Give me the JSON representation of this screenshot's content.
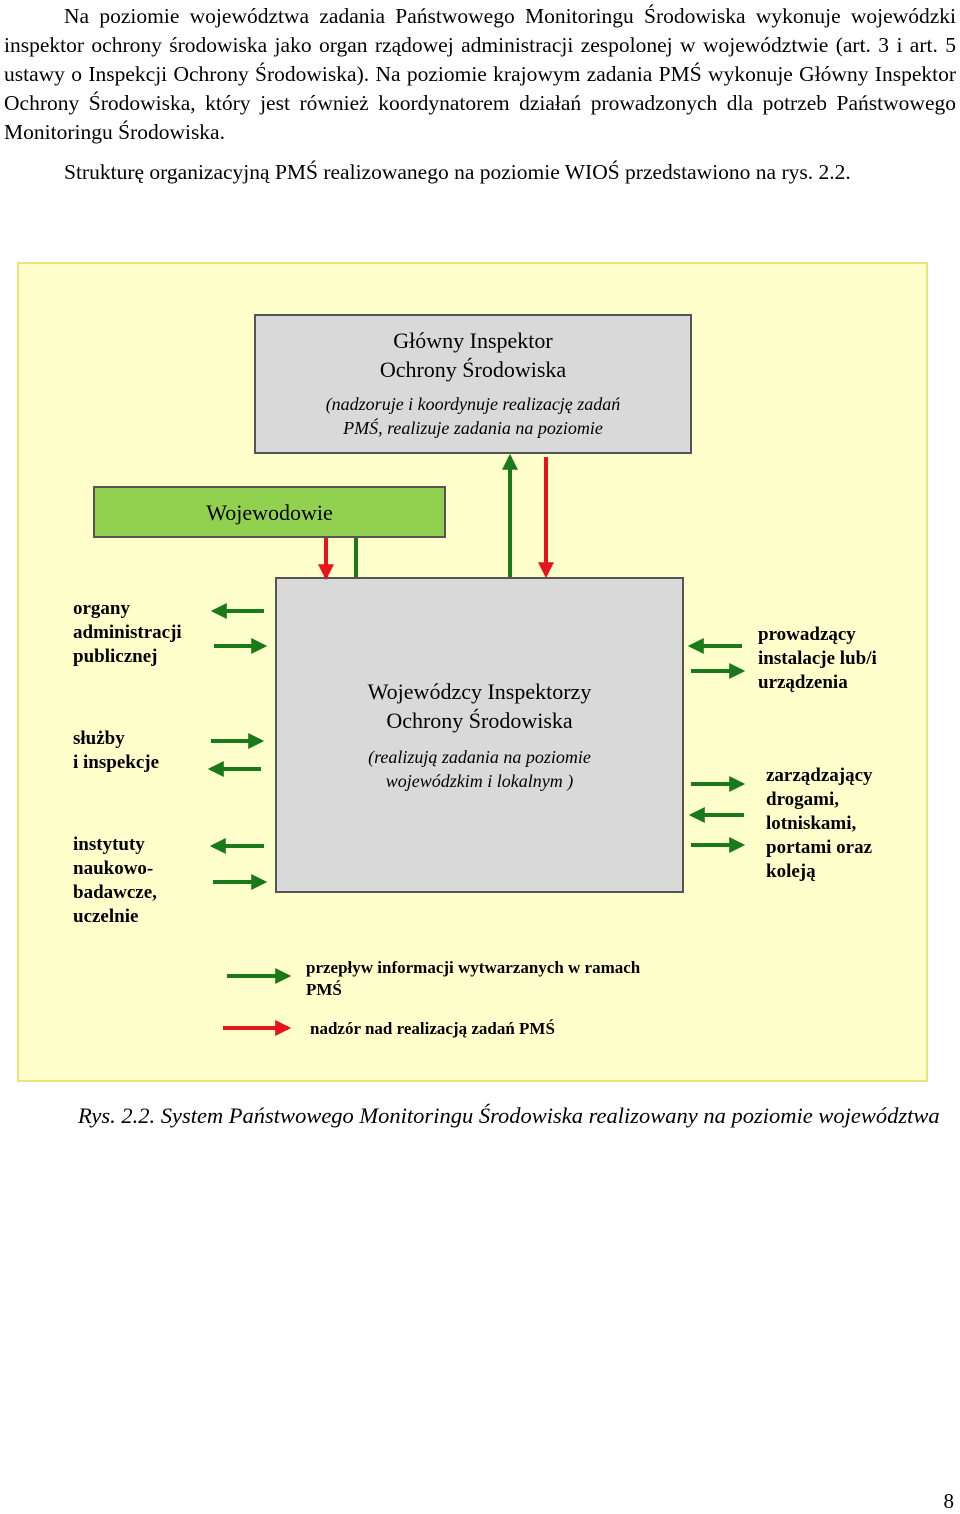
{
  "paragraphs": [
    "Na poziomie województwa zadania  Państwowego Monitoringu Środowiska wykonuje wojewódzki inspektor ochrony środowiska jako organ rządowej administracji zespolonej w województwie (art. 3 i art. 5 ustawy o Inspekcji Ochrony Środowiska). Na poziomie krajowym zadania PMŚ wykonuje Główny Inspektor Ochrony Środowiska, który jest również koordynatorem działań prowadzonych dla potrzeb Państwowego Monitoringu Środowiska.",
    "Strukturę organizacyjną PMŚ realizowanego na poziomie WIOŚ  przedstawiono na rys. 2.2."
  ],
  "diagram": {
    "gios": {
      "title_line1": "Główny Inspektor",
      "title_line2": "Ochrony Środowiska",
      "desc_line1": "(nadzoruje  i koordynuje realizację  zadań",
      "desc_line2": "PMŚ, realizuje zadania na poziomie"
    },
    "wojewodowie": {
      "title": "Wojewodowie"
    },
    "wios": {
      "title_line1": "Wojewódzcy Inspektorzy",
      "title_line2": "Ochrony Środowiska",
      "desc_line1": "(realizują zadania na poziomie",
      "desc_line2": "wojewódzkim i lokalnym )"
    },
    "left_groups": [
      {
        "lines": [
          "organy",
          "administracji",
          "publicznej"
        ]
      },
      {
        "lines": [
          "służby",
          "i inspekcje"
        ]
      },
      {
        "lines": [
          "instytuty",
          "naukowo-",
          "badawcze,",
          "uczelnie"
        ]
      }
    ],
    "right_groups": [
      {
        "lines": [
          "prowadzący",
          "instalacje lub/i",
          "urządzenia"
        ]
      },
      {
        "lines": [
          "zarządzający",
          "drogami,",
          "lotniskami,",
          "portami oraz",
          "koleją"
        ]
      }
    ],
    "legend": {
      "green_line1": "przepływ informacji wytwarzanych w ramach",
      "green_line2": "PMŚ",
      "red": "nadzór  nad realizacją zadań PMŚ"
    },
    "colors": {
      "background": "#ffffcc",
      "box_gray": "#d9d9d9",
      "box_green": "#92d050",
      "arrow_green": "#1a7a1a",
      "arrow_red": "#e8141b"
    }
  },
  "caption": "Rys.  2.2.  System  Państwowego  Monitoringu  Środowiska  realizowany  na  poziomie województwa",
  "page_number": "8"
}
